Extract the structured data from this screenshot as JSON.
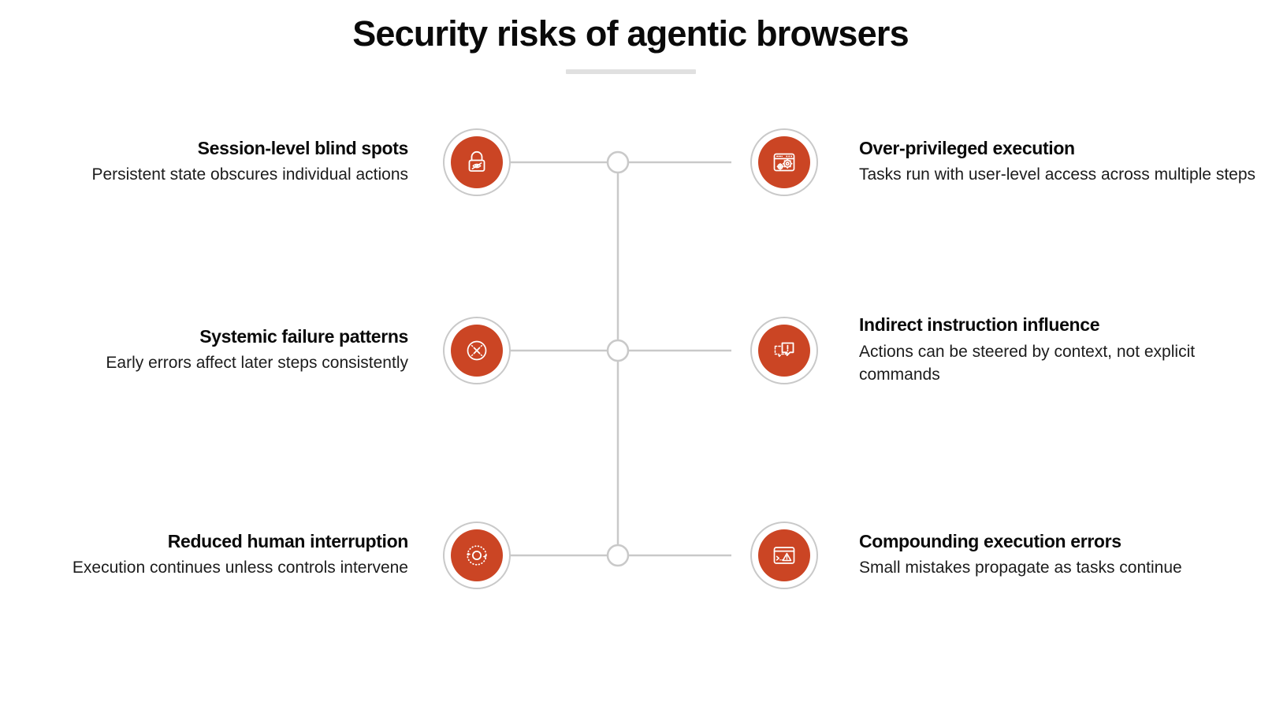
{
  "header": {
    "title": "Security risks of agentic browsers",
    "rule": true
  },
  "theme": {
    "accent": "#cb4524",
    "badge_ring": "#c9c9c9",
    "connector": "#c9c9c9",
    "title_rule": "#e0e0e0",
    "text": "#0a0a0a",
    "background": "#ffffff"
  },
  "rows": [
    {
      "left": {
        "title": "Session-level blind spots",
        "desc": "Persistent state obscures individual actions",
        "icon": "padlock-hidden-eye-icon"
      },
      "right": {
        "title": "Over-privileged execution",
        "desc": "Tasks run with user-level access across multiple steps",
        "icon": "browser-window-gears-icon"
      }
    },
    {
      "left": {
        "title": "Systemic failure patterns",
        "desc": "Early errors affect later steps consistently",
        "icon": "circle-broken-cross-icon"
      },
      "right": {
        "title": "Indirect instruction influence",
        "desc": "Actions can be steered by context, not explicit commands",
        "icon": "speech-bubbles-alert-icon"
      }
    },
    {
      "left": {
        "title": "Reduced human interruption",
        "desc": "Execution continues unless controls intervene",
        "icon": "dotted-loop-cycle-icon"
      },
      "right": {
        "title": "Compounding execution errors",
        "desc": "Small mistakes propagate as tasks continue",
        "icon": "terminal-warning-icon"
      }
    }
  ],
  "connector_nodes": [
    {
      "label": "junction-node-top"
    },
    {
      "label": "junction-node-middle"
    },
    {
      "label": "junction-node-bottom"
    }
  ]
}
